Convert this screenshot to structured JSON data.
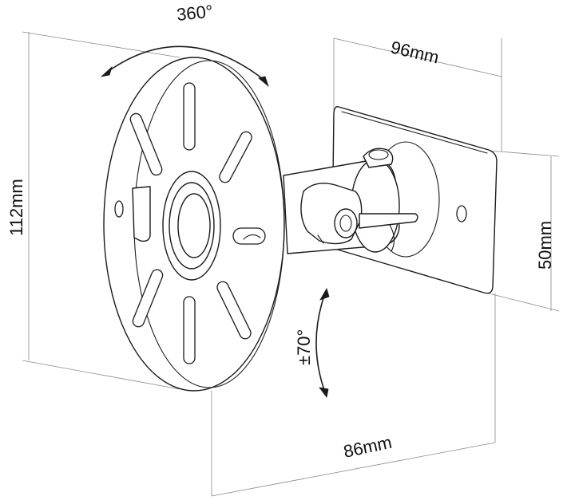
{
  "labels": {
    "rotation": "360°",
    "width_top": "96mm",
    "height_left": "112mm",
    "height_right": "50mm",
    "tilt": "±70°",
    "depth_bottom": "86mm"
  },
  "colors": {
    "line": "#1a1a1a",
    "dimension": "#888888",
    "background": "#ffffff"
  }
}
